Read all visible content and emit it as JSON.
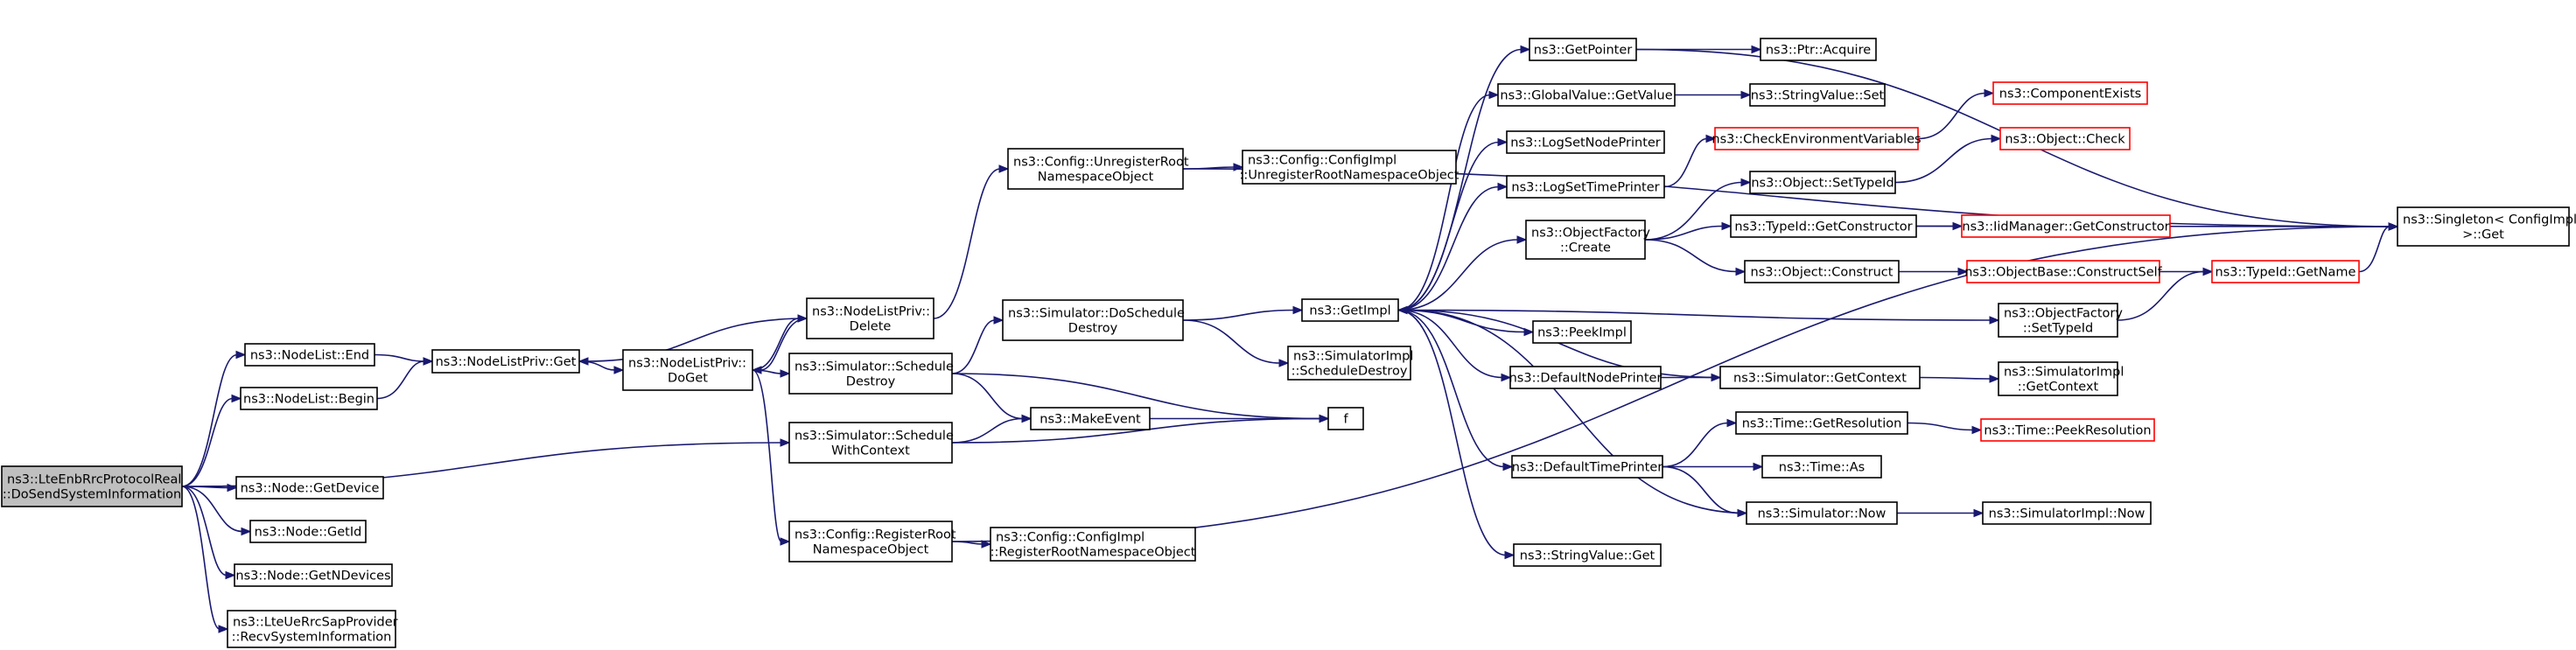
{
  "nodes": [
    {
      "id": "root",
      "lines": [
        "ns3::LteEnbRrcProtocolReal",
        "::DoSendSystemInformation"
      ],
      "style": "root"
    },
    {
      "id": "nl_end",
      "lines": [
        "ns3::NodeList::End"
      ]
    },
    {
      "id": "nl_begin",
      "lines": [
        "ns3::NodeList::Begin"
      ]
    },
    {
      "id": "node_getdevice",
      "lines": [
        "ns3::Node::GetDevice"
      ]
    },
    {
      "id": "node_getid",
      "lines": [
        "ns3::Node::GetId"
      ]
    },
    {
      "id": "node_getndevices",
      "lines": [
        "ns3::Node::GetNDevices"
      ]
    },
    {
      "id": "recvsys",
      "lines": [
        "ns3::LteUeRrcSapProvider",
        "::RecvSystemInformation"
      ]
    },
    {
      "id": "nlp_get",
      "lines": [
        "ns3::NodeListPriv::Get"
      ]
    },
    {
      "id": "nlp_doget",
      "lines": [
        "ns3::NodeListPriv::",
        "DoGet"
      ]
    },
    {
      "id": "nlp_delete",
      "lines": [
        "ns3::NodeListPriv::",
        "Delete"
      ]
    },
    {
      "id": "sim_sched_destroy",
      "lines": [
        "ns3::Simulator::Schedule",
        "Destroy"
      ]
    },
    {
      "id": "sim_sched_ctx",
      "lines": [
        "ns3::Simulator::Schedule",
        "WithContext"
      ]
    },
    {
      "id": "cfg_register",
      "lines": [
        "ns3::Config::RegisterRoot",
        "NamespaceObject"
      ]
    },
    {
      "id": "cfg_unregister",
      "lines": [
        "ns3::Config::UnregisterRoot",
        "NamespaceObject"
      ]
    },
    {
      "id": "sim_doschedule",
      "lines": [
        "ns3::Simulator::DoSchedule",
        "Destroy"
      ]
    },
    {
      "id": "makeevent",
      "lines": [
        "ns3::MakeEvent"
      ]
    },
    {
      "id": "cfgimpl_register",
      "lines": [
        "ns3::Config::ConfigImpl",
        "::RegisterRootNamespaceObject"
      ]
    },
    {
      "id": "cfgimpl_unregister",
      "lines": [
        "ns3::Config::ConfigImpl",
        "::UnregisterRootNamespaceObject"
      ]
    },
    {
      "id": "getimpl",
      "lines": [
        "ns3::GetImpl"
      ]
    },
    {
      "id": "f",
      "lines": [
        "f"
      ]
    },
    {
      "id": "simimpl_sched",
      "lines": [
        "ns3::SimulatorImpl",
        "::ScheduleDestroy"
      ]
    },
    {
      "id": "getpointer",
      "lines": [
        "ns3::GetPointer"
      ]
    },
    {
      "id": "gv_getvalue",
      "lines": [
        "ns3::GlobalValue::GetValue"
      ]
    },
    {
      "id": "lognodeprinter",
      "lines": [
        "ns3::LogSetNodePrinter"
      ]
    },
    {
      "id": "logtimeprinter",
      "lines": [
        "ns3::LogSetTimePrinter"
      ]
    },
    {
      "id": "of_create",
      "lines": [
        "ns3::ObjectFactory",
        "::Create"
      ]
    },
    {
      "id": "peekimpl",
      "lines": [
        "ns3::PeekImpl"
      ]
    },
    {
      "id": "defnodeprinter",
      "lines": [
        "ns3::DefaultNodePrinter"
      ]
    },
    {
      "id": "deftimeprinter",
      "lines": [
        "ns3::DefaultTimePrinter"
      ]
    },
    {
      "id": "sv_get",
      "lines": [
        "ns3::StringValue::Get"
      ]
    },
    {
      "id": "ptr_acquire",
      "lines": [
        "ns3::Ptr::Acquire"
      ]
    },
    {
      "id": "sv_set",
      "lines": [
        "ns3::StringValue::Set"
      ]
    },
    {
      "id": "checkenv",
      "lines": [
        "ns3::CheckEnvironmentVariables"
      ],
      "style": "red"
    },
    {
      "id": "obj_settypeid",
      "lines": [
        "ns3::Object::SetTypeId"
      ]
    },
    {
      "id": "tid_getctor",
      "lines": [
        "ns3::TypeId::GetConstructor"
      ]
    },
    {
      "id": "obj_construct",
      "lines": [
        "ns3::Object::Construct"
      ]
    },
    {
      "id": "of_settypeid",
      "lines": [
        "ns3::ObjectFactory",
        "::SetTypeId"
      ]
    },
    {
      "id": "sim_getcontext",
      "lines": [
        "ns3::Simulator::GetContext"
      ]
    },
    {
      "id": "time_getres",
      "lines": [
        "ns3::Time::GetResolution"
      ]
    },
    {
      "id": "time_as",
      "lines": [
        "ns3::Time::As"
      ]
    },
    {
      "id": "sim_now",
      "lines": [
        "ns3::Simulator::Now"
      ]
    },
    {
      "id": "compexists",
      "lines": [
        "ns3::ComponentExists"
      ],
      "style": "red"
    },
    {
      "id": "obj_check",
      "lines": [
        "ns3::Object::Check"
      ],
      "style": "red"
    },
    {
      "id": "iid_getctor",
      "lines": [
        "ns3::IidManager::GetConstructor"
      ],
      "style": "red"
    },
    {
      "id": "ob_constructself",
      "lines": [
        "ns3::ObjectBase::ConstructSelf"
      ],
      "style": "red"
    },
    {
      "id": "tid_getname",
      "lines": [
        "ns3::TypeId::GetName"
      ],
      "style": "red"
    },
    {
      "id": "simimpl_getctx",
      "lines": [
        "ns3::SimulatorImpl",
        "::GetContext"
      ]
    },
    {
      "id": "time_peekres",
      "lines": [
        "ns3::Time::PeekResolution"
      ],
      "style": "red"
    },
    {
      "id": "simimpl_now",
      "lines": [
        "ns3::SimulatorImpl::Now"
      ]
    },
    {
      "id": "singleton",
      "lines": [
        "ns3::Singleton< ConfigImpl",
        " >::Get"
      ]
    }
  ],
  "edges": [
    [
      "root",
      "nl_end"
    ],
    [
      "root",
      "nl_begin"
    ],
    [
      "root",
      "sim_sched_ctx"
    ],
    [
      "root",
      "node_getdevice"
    ],
    [
      "root",
      "node_getid"
    ],
    [
      "root",
      "node_getndevices"
    ],
    [
      "root",
      "recvsys"
    ],
    [
      "nl_end",
      "nlp_get"
    ],
    [
      "nl_begin",
      "nlp_get"
    ],
    [
      "nlp_get",
      "nlp_doget"
    ],
    [
      "nlp_doget",
      "nlp_delete"
    ],
    [
      "nlp_delete",
      "nlp_doget"
    ],
    [
      "nlp_delete",
      "nlp_get"
    ],
    [
      "nlp_delete",
      "cfg_unregister"
    ],
    [
      "nlp_doget",
      "sim_sched_destroy"
    ],
    [
      "nlp_doget",
      "cfg_register"
    ],
    [
      "sim_sched_destroy",
      "sim_doschedule"
    ],
    [
      "sim_sched_destroy",
      "makeevent"
    ],
    [
      "sim_sched_destroy",
      "f"
    ],
    [
      "sim_sched_ctx",
      "makeevent"
    ],
    [
      "sim_sched_ctx",
      "f"
    ],
    [
      "makeevent",
      "f"
    ],
    [
      "cfg_register",
      "cfgimpl_register"
    ],
    [
      "cfg_register",
      "singleton"
    ],
    [
      "cfg_unregister",
      "cfgimpl_unregister"
    ],
    [
      "cfg_unregister",
      "singleton"
    ],
    [
      "sim_doschedule",
      "getimpl"
    ],
    [
      "sim_doschedule",
      "simimpl_sched"
    ],
    [
      "getimpl",
      "getpointer"
    ],
    [
      "getimpl",
      "gv_getvalue"
    ],
    [
      "getimpl",
      "lognodeprinter"
    ],
    [
      "getimpl",
      "logtimeprinter"
    ],
    [
      "getimpl",
      "of_create"
    ],
    [
      "getimpl",
      "peekimpl"
    ],
    [
      "getimpl",
      "defnodeprinter"
    ],
    [
      "getimpl",
      "deftimeprinter"
    ],
    [
      "getimpl",
      "sv_get"
    ],
    [
      "getimpl",
      "of_settypeid"
    ],
    [
      "getpointer",
      "ptr_acquire"
    ],
    [
      "gv_getvalue",
      "sv_set"
    ],
    [
      "logtimeprinter",
      "checkenv"
    ],
    [
      "checkenv",
      "compexists"
    ],
    [
      "of_create",
      "obj_settypeid"
    ],
    [
      "of_create",
      "tid_getctor"
    ],
    [
      "of_create",
      "obj_construct"
    ],
    [
      "obj_settypeid",
      "obj_check"
    ],
    [
      "tid_getctor",
      "iid_getctor"
    ],
    [
      "tid_getctor",
      "singleton"
    ],
    [
      "obj_construct",
      "ob_constructself"
    ],
    [
      "ob_constructself",
      "tid_getname"
    ],
    [
      "of_settypeid",
      "tid_getname"
    ],
    [
      "tid_getname",
      "singleton"
    ],
    [
      "getpointer",
      "singleton"
    ],
    [
      "defnodeprinter",
      "sim_getcontext"
    ],
    [
      "sim_getcontext",
      "getimpl"
    ],
    [
      "sim_getcontext",
      "simimpl_getctx"
    ],
    [
      "deftimeprinter",
      "time_getres"
    ],
    [
      "deftimeprinter",
      "time_as"
    ],
    [
      "deftimeprinter",
      "sim_now"
    ],
    [
      "time_getres",
      "time_peekres"
    ],
    [
      "sim_now",
      "getimpl"
    ],
    [
      "sim_now",
      "simimpl_now"
    ]
  ]
}
